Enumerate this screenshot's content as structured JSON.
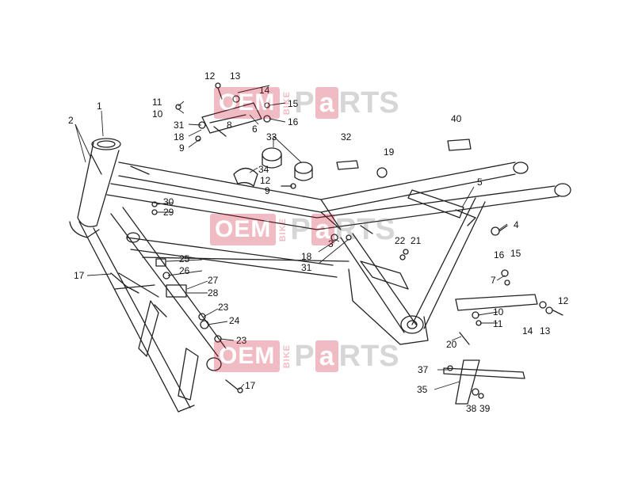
{
  "watermark": {
    "oem": "OEM",
    "bike": "BIKE",
    "p": "P",
    "a": "a",
    "rts": "RTS"
  },
  "labels": {
    "l1": "1",
    "l2": "2",
    "l3": "3",
    "l4": "4",
    "l5": "5",
    "l6": "6",
    "l7": "7",
    "l8": "8",
    "l9a": "9",
    "l9b": "9",
    "l10a": "10",
    "l10b": "10",
    "l11a": "11",
    "l11b": "11",
    "l12a": "12",
    "l12b": "12",
    "l12c": "12",
    "l13a": "13",
    "l13b": "13",
    "l14a": "14",
    "l14b": "14",
    "l15a": "15",
    "l15b": "15",
    "l16a": "16",
    "l16b": "16",
    "l17a": "17",
    "l17b": "17",
    "l18a": "18",
    "l18b": "18",
    "l19": "19",
    "l20": "20",
    "l21": "21",
    "l22": "22",
    "l23a": "23",
    "l23b": "23",
    "l24": "24",
    "l25": "25",
    "l26": "26",
    "l27": "27",
    "l28": "28",
    "l29": "29",
    "l30": "30",
    "l31a": "31",
    "l31b": "31",
    "l32": "32",
    "l33": "33",
    "l34": "34",
    "l35": "35",
    "l37": "37",
    "l38": "38",
    "l39": "39",
    "l40": "40"
  }
}
